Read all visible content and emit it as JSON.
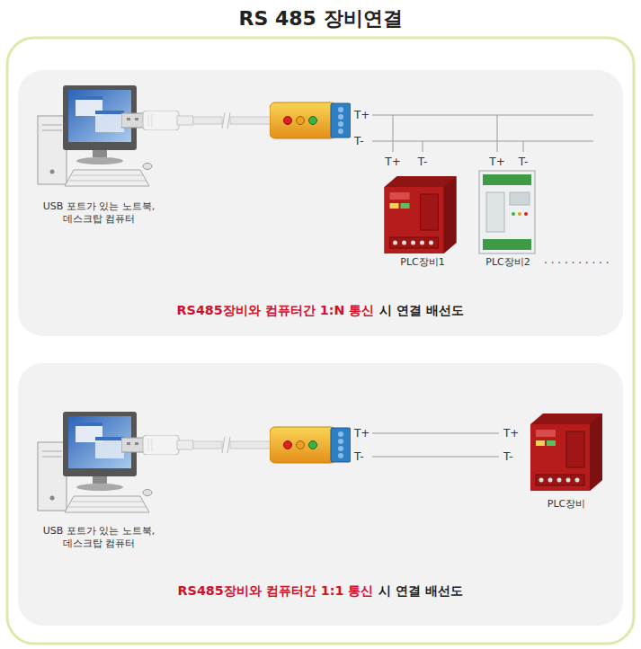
{
  "diagram": {
    "title": "RS 485 장비연결",
    "nodes": [
      {
        "text": [
          "RS485장비와 컴퓨터간 1:N 통신",
          "시 연결 배선도"
        ]
      },
      {
        "text": [
          "USB 포트가 있는 노트북, 데스크탑 컴퓨터"
        ],
        "in": 0
      },
      {
        "text": [
          "PLC장비1"
        ],
        "in": 0
      },
      {
        "text": [
          "PLC장비2"
        ],
        "in": 0
      },
      {
        "text": [
          "RS485장비와 컴퓨터간 1:1 통신",
          "시 연결 배선도"
        ]
      },
      {
        "text": [
          "USB 포트가 있는 노트북, 데스크탑 컴퓨터"
        ],
        "in": 4
      },
      {
        "text": [
          "PLC장비"
        ],
        "in": 4
      }
    ],
    "labels": [
      "T+",
      "T-",
      "T+",
      "T-",
      "T+",
      "T-",
      "· · · · · · · · · ·",
      "T+",
      "T-",
      "T+",
      "T-"
    ]
  }
}
